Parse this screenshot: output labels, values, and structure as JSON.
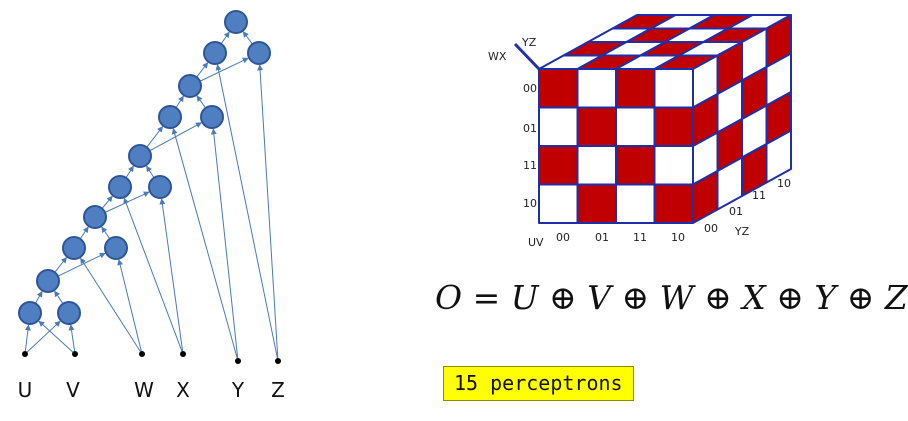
{
  "network": {
    "inputs": [
      "U",
      "V",
      "W",
      "X",
      "Y",
      "Z"
    ]
  },
  "cube": {
    "corner_row_label": "WX",
    "corner_col_label": "YZ",
    "row_labels": [
      "00",
      "01",
      "11",
      "10"
    ],
    "col_labels": [
      "00",
      "01",
      "11",
      "10"
    ],
    "bottom_axis_label": "UV",
    "depth_labels": [
      "00",
      "01",
      "11",
      "10"
    ],
    "depth_axis_label": "YZ",
    "colors": {
      "red": "#c00000",
      "white": "#ffffff",
      "border": "#1f2fa8"
    }
  },
  "formula": {
    "output": "O",
    "operator": "⊕",
    "terms": [
      "U",
      "V",
      "W",
      "X",
      "Y",
      "Z"
    ]
  },
  "badge": {
    "text": "15 perceptrons",
    "color": "#ffff00"
  },
  "colors": {
    "node_fill": "#4f7fc0",
    "node_stroke": "#2f5597",
    "edge": "#4a7ab8"
  }
}
